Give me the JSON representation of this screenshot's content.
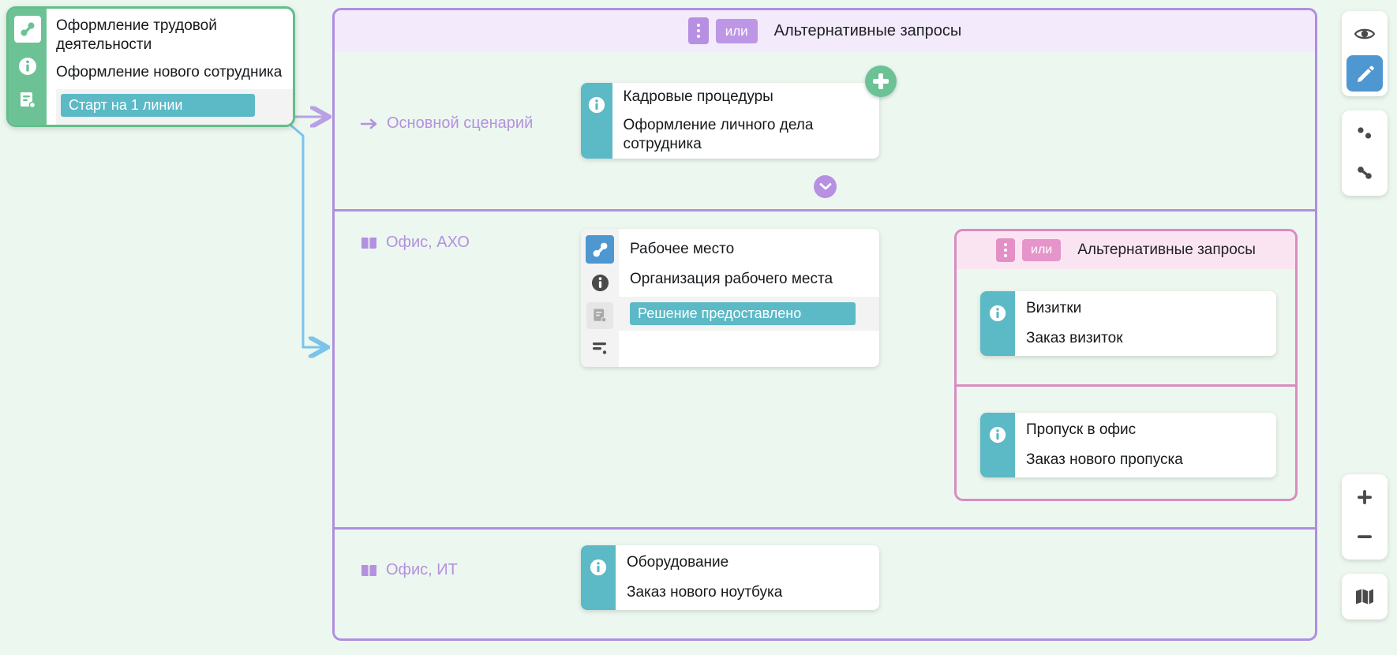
{
  "start_node": {
    "title": "Оформление трудовой деятельности",
    "subtitle": "Оформление нового сотрудника",
    "status": "Старт на 1 линии",
    "icons": [
      "link-icon",
      "info-icon",
      "document-icon"
    ],
    "accent_color": "#6cc295",
    "status_color": "#5cb9c6"
  },
  "main_group": {
    "header": {
      "or_label": "или",
      "title": "Альтернативные запросы",
      "menu_icon": "vertical-dots-icon"
    },
    "border_color": "#b08ee0",
    "header_bg": "#f3eafc",
    "lanes": [
      {
        "label": "Основной сценарий",
        "icon": "arrow-right-icon",
        "node": {
          "title": "Кадровые процедуры",
          "subtitle": "Оформление личного дела сотрудника",
          "icon": "info-icon",
          "rail_color": "#5cb9c6"
        },
        "add_button": "plus-icon"
      },
      {
        "label": "Офис, АХО",
        "icon": "book-icon",
        "node": {
          "title": "Рабочее место",
          "subtitle": "Организация рабочего места",
          "status": "Решение предоставлено",
          "icons": [
            "link-icon",
            "info-icon",
            "document-icon",
            "list-icon"
          ],
          "rail_color": "#4f97d1",
          "status_color": "#5cb9c6"
        },
        "pink_group": {
          "header": {
            "or_label": "или",
            "title": "Альтернативные запросы",
            "menu_icon": "vertical-dots-icon"
          },
          "border_color": "#d98cc0",
          "header_bg": "#fbe4f1",
          "rows": [
            {
              "title": "Визитки",
              "subtitle": "Заказ визиток",
              "icon": "info-icon",
              "rail_color": "#5cb9c6"
            },
            {
              "title": "Пропуск в офис",
              "subtitle": "Заказ нового пропуска",
              "icon": "info-icon",
              "rail_color": "#5cb9c6"
            }
          ]
        }
      },
      {
        "label": "Офис, ИТ",
        "icon": "book-icon",
        "node": {
          "title": "Оборудование",
          "subtitle": "Заказ нового ноутбука",
          "icon": "info-icon",
          "rail_color": "#5cb9c6"
        }
      }
    ],
    "lane_divider_badge": "chevron-down-icon"
  },
  "toolbar": {
    "groups": [
      {
        "buttons": [
          {
            "icon": "eye-icon",
            "active": false
          },
          {
            "icon": "pencil-icon",
            "active": true
          }
        ]
      },
      {
        "buttons": [
          {
            "icon": "nodes-icon",
            "active": false
          },
          {
            "icon": "link-icon",
            "active": false
          }
        ]
      },
      {
        "buttons": [
          {
            "icon": "plus-icon",
            "active": false
          },
          {
            "icon": "minus-icon",
            "active": false
          }
        ]
      },
      {
        "buttons": [
          {
            "icon": "map-icon",
            "active": false
          }
        ]
      }
    ],
    "accent_color": "#4f97d1"
  },
  "connectors": {
    "purple_color": "#b9a0e3",
    "blue_color": "#7cc3ea",
    "green_color": "#a7d99a"
  }
}
